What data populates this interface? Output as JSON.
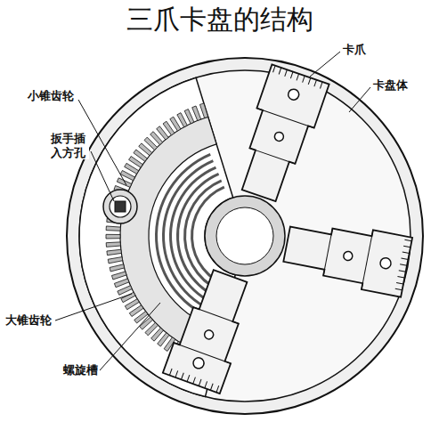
{
  "diagram": {
    "title": "三爪卡盘的结构",
    "labels": [
      "卡爪",
      "卡盘体",
      "小锥齿轮",
      "扳手插入方孔",
      "大锥齿轮",
      "螺旋槽"
    ]
  }
}
